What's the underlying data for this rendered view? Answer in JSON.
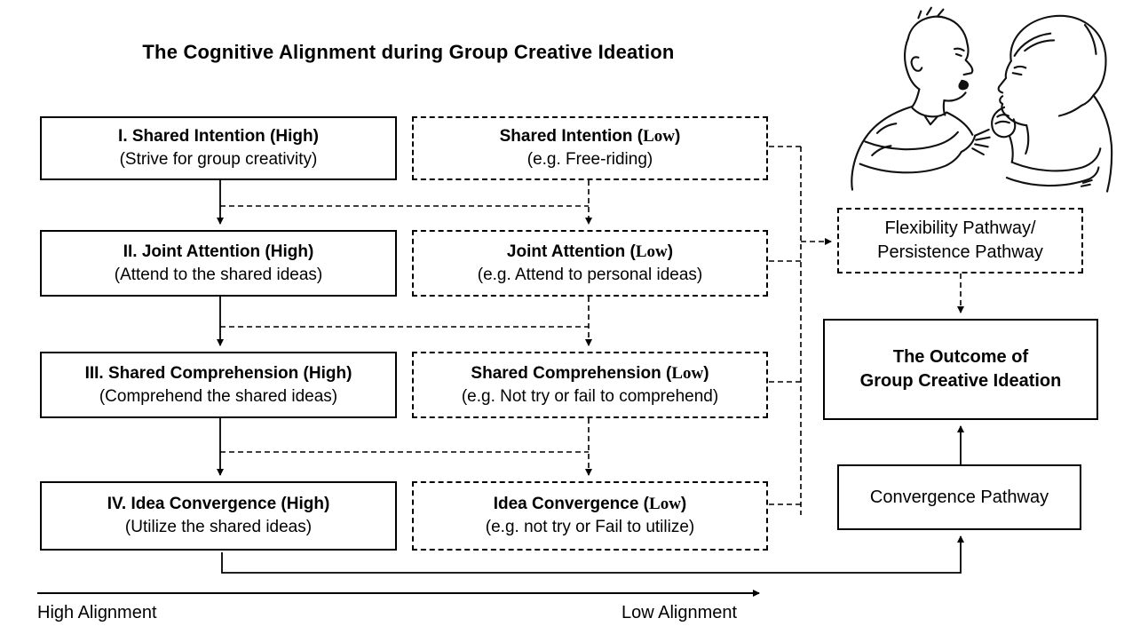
{
  "title": "The Cognitive Alignment during Group Creative Ideation",
  "high_column": [
    {
      "title": "I. Shared Intention (High)",
      "subtitle": "(Strive for group creativity)"
    },
    {
      "title": "II. Joint Attention (High)",
      "subtitle": "(Attend to the shared ideas)"
    },
    {
      "title": "III. Shared Comprehension (High)",
      "subtitle": "(Comprehend the shared ideas)"
    },
    {
      "title": "IV. Idea Convergence (High)",
      "subtitle": "(Utilize the shared ideas)"
    }
  ],
  "low_column": [
    {
      "title_pre": "Shared Intention (",
      "low_word": "Low",
      "title_post": ")",
      "example": "(e.g. Free-riding)"
    },
    {
      "title_pre": "Joint Attention (",
      "low_word": "Low",
      "title_post": ")",
      "example": "(e.g. Attend to personal ideas)"
    },
    {
      "title_pre": "Shared Comprehension (",
      "low_word": "Low",
      "title_post": ")",
      "example": "(e.g. Not try or fail to comprehend)"
    },
    {
      "title_pre": "Idea Convergence (",
      "low_word": "Low",
      "title_post": ")",
      "example": "(e.g. not try or Fail to utilize)"
    }
  ],
  "right_column": {
    "pathway_box": {
      "line1": "Flexibility Pathway/",
      "line2": "Persistence Pathway"
    },
    "outcome_box": {
      "line1": "The Outcome of",
      "line2": "Group Creative Ideation"
    },
    "convergence_box": {
      "label": "Convergence Pathway"
    }
  },
  "axis": {
    "high_label": "High Alignment",
    "low_label": "Low Alignment"
  },
  "illustration": {
    "name": "two-people-conversation-sketch"
  },
  "colors": {
    "ink": "#000000",
    "background": "#ffffff"
  }
}
